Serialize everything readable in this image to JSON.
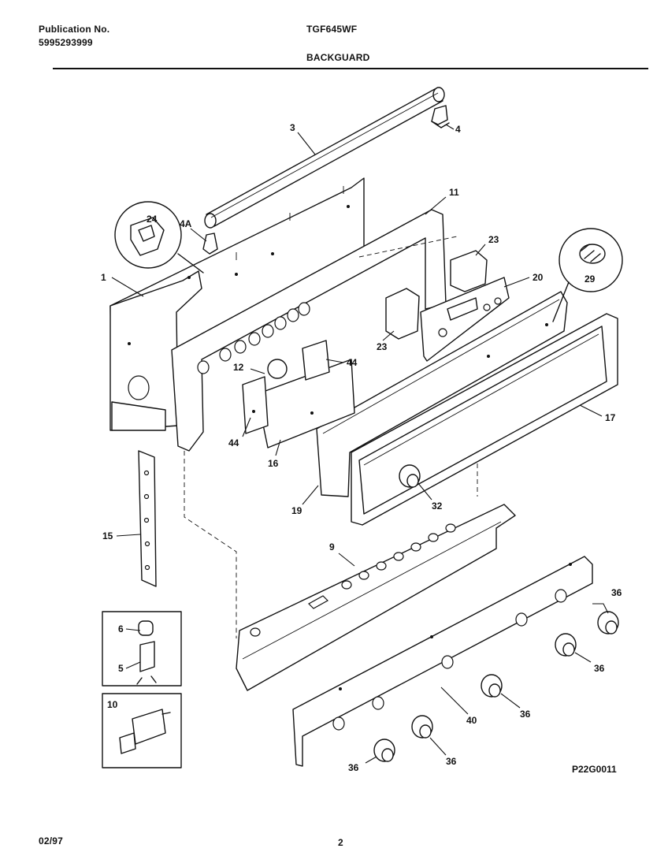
{
  "header": {
    "publication_label": "Publication No.",
    "publication_number": "5995293999",
    "model": "TGF645WF",
    "section": "BACKGUARD"
  },
  "callouts": [
    "3",
    "4",
    "4A",
    "24",
    "1",
    "11",
    "23",
    "20",
    "29",
    "23",
    "12",
    "44",
    "44",
    "16",
    "17",
    "19",
    "32",
    "15",
    "9",
    "6",
    "5",
    "10",
    "36",
    "36",
    "36",
    "40",
    "36",
    "36"
  ],
  "diagram_code": "P22G0011",
  "footer": {
    "date": "02/97",
    "page": "2"
  }
}
